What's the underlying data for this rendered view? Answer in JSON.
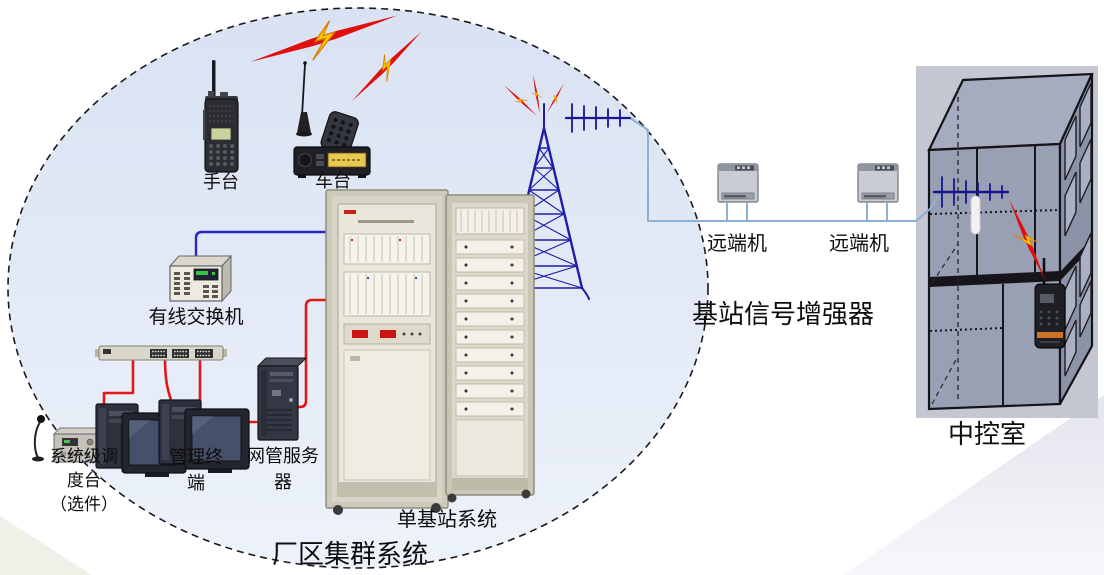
{
  "labels": {
    "handheld": "手台",
    "mobile": "车台",
    "wired_switch": "有线交换机",
    "dispatch_console": "系统级调\n度台\n（选件）",
    "mgmt_terminal": "管理终\n端",
    "nms_server": "网管服务\n器",
    "base_station": "单基站系统",
    "factory_zone": "厂区集群系统",
    "remote_unit_1": "远端机",
    "remote_unit_2": "远端机",
    "booster": "基站信号增强器",
    "control_room": "中控室"
  },
  "colors": {
    "ellipse_fill_top": "#d9e2f3",
    "ellipse_fill_bottom": "#edf2fa",
    "ellipse_border": "#1a1a1a",
    "cable_red": "#e01818",
    "cable_blue": "#2626c0",
    "feedline_blue": "#8fb0d6",
    "antenna_navy": "#16168e",
    "tower_blue": "#1d1da8",
    "bolt_red": "#e01010",
    "bolt_yellow": "#ffd000",
    "label_text": "#0d0d0d"
  }
}
